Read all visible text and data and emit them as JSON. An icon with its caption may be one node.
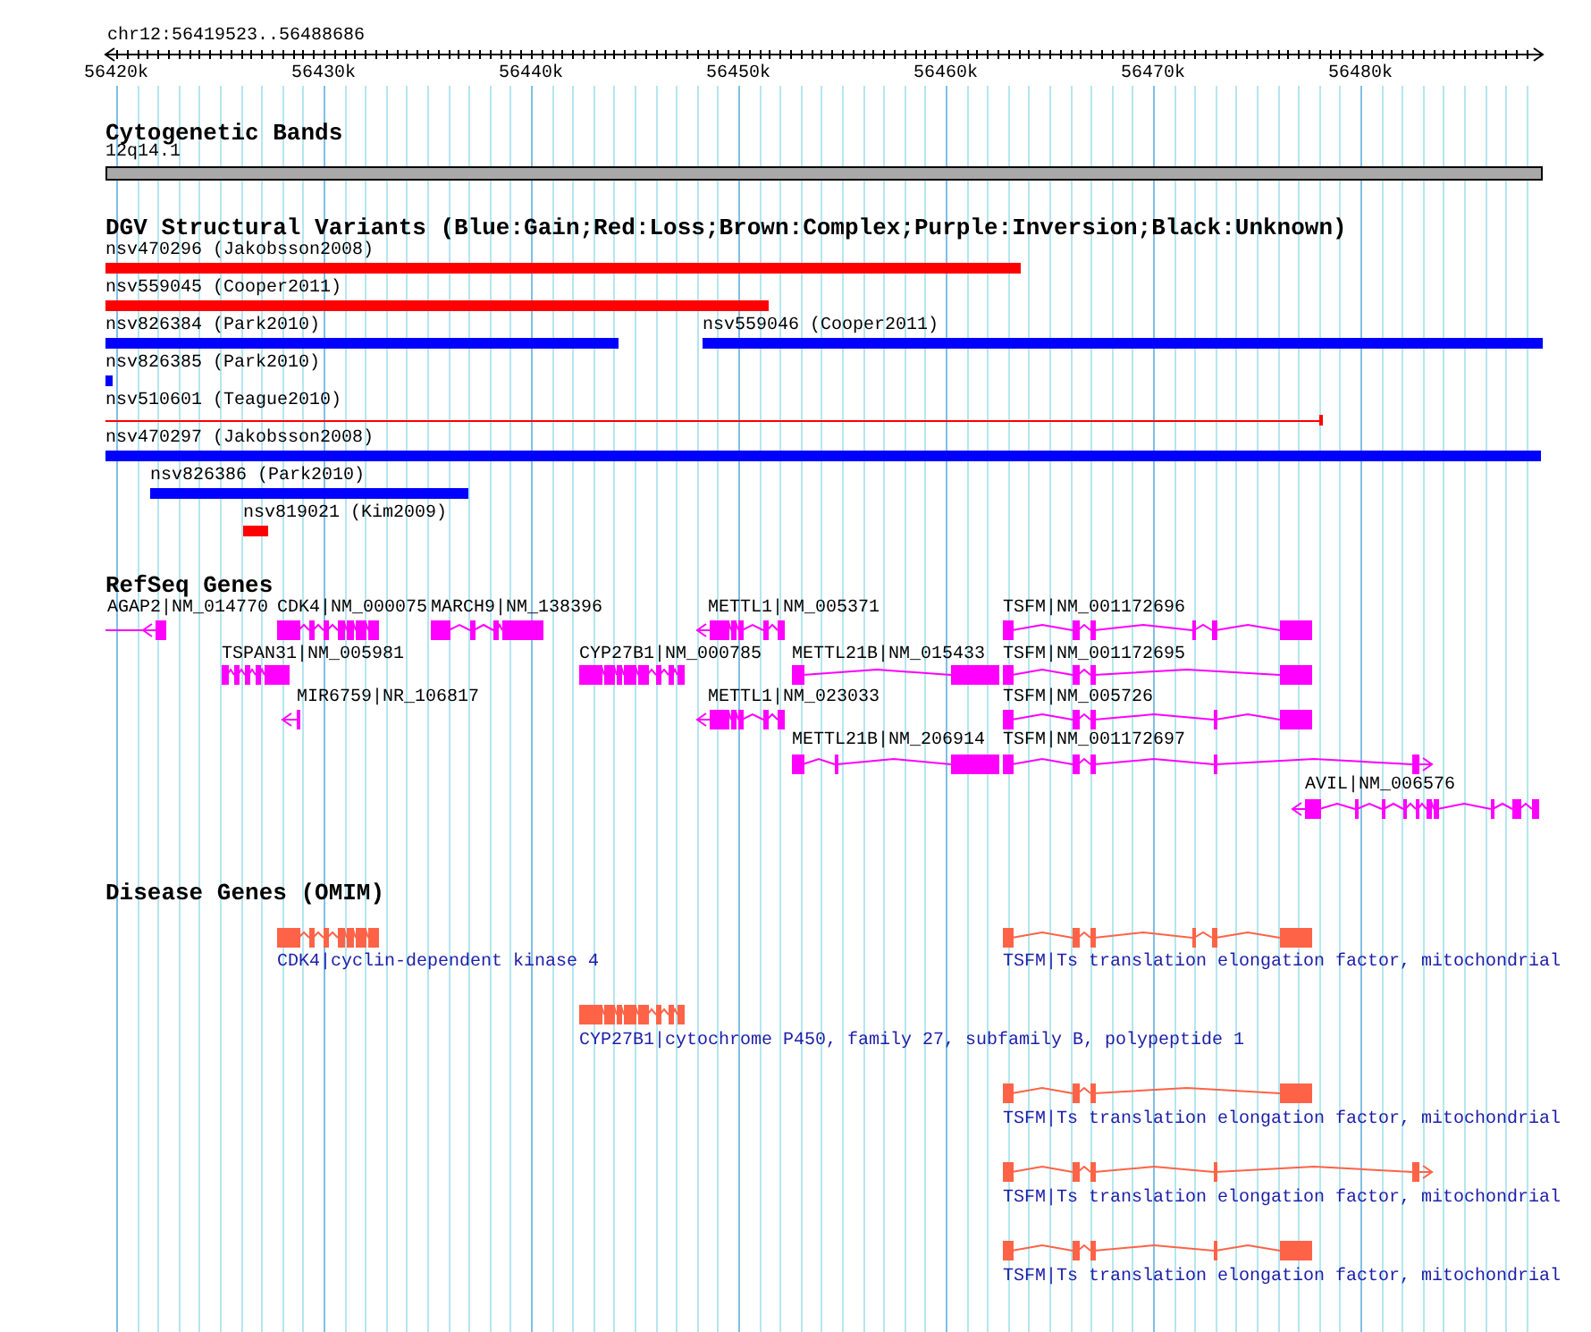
{
  "diagram": {
    "nodes": [
      {
        "text": [
          "12q14.1"
        ]
      },
      {
        "text": [
          "nsv470296 (Jakobsson2008)"
        ]
      },
      {
        "text": [
          "nsv559045 (Cooper2011)"
        ]
      },
      {
        "text": [
          "nsv826384 (Park2010)"
        ]
      },
      {
        "text": [
          "nsv559046 (Cooper2011)"
        ]
      },
      {
        "text": [
          "nsv826385 (Park2010)"
        ]
      },
      {
        "text": [
          "nsv510601 (Teague2010)"
        ]
      },
      {
        "text": [
          "nsv470297 (Jakobsson2008)"
        ]
      },
      {
        "text": [
          "nsv826386 (Park2010)"
        ]
      },
      {
        "text": [
          "nsv819021 (Kim2009)"
        ]
      },
      {
        "text": [
          "AGAP2|NM_014770"
        ]
      },
      {
        "text": [
          "CDK4|NM_000075"
        ]
      },
      {
        "text": [
          "MARCH9|NM_138396"
        ]
      },
      {
        "text": [
          "METTL1|NM_005371"
        ]
      },
      {
        "text": [
          "TSFM|NM_001172696"
        ]
      },
      {
        "text": [
          "TSPAN31|NM_005981"
        ]
      },
      {
        "text": [
          "CYP27B1|NM_000785"
        ]
      },
      {
        "text": [
          "METTL21B|NM_015433"
        ]
      },
      {
        "text": [
          "TSFM|NM_001172695"
        ]
      },
      {
        "text": [
          "MIR6759|NR_106817"
        ]
      },
      {
        "text": [
          "METTL1|NM_023033"
        ]
      },
      {
        "text": [
          "TSFM|NM_005726"
        ]
      },
      {
        "text": [
          "METTL21B|NM_206914"
        ]
      },
      {
        "text": [
          "TSFM|NM_001172697"
        ]
      },
      {
        "text": [
          "AVIL|NM_006576"
        ]
      },
      {
        "text": [
          "CDK4|cyclin-dependent kinase 4"
        ]
      },
      {
        "text": [
          "TSFM|Ts translation elongation factor, mitochondrial"
        ]
      },
      {
        "text": [
          "CYP27B1|cytochrome P450, family 27, subfamily B, polypeptide 1"
        ]
      },
      {
        "text": [
          "TSFM|Ts translation elongation factor, mitochondrial"
        ]
      },
      {
        "text": [
          "TSFM|Ts translation elongation factor, mitochondrial"
        ]
      },
      {
        "text": [
          "TSFM|Ts translation elongation factor, mitochondrial"
        ]
      }
    ],
    "edges": [],
    "labels": [
      "chr12:56419523..56488686",
      "56420k",
      "56430k",
      "56440k",
      "56450k",
      "56460k",
      "56470k",
      "56480k",
      "Cytogenetic Bands",
      "DGV Structural Variants (Blue:Gain;Red:Loss;Brown:Complex;Purple:Inversion;Black:Unknown)",
      "RefSeq Genes",
      "Disease Genes (OMIM)"
    ]
  }
}
